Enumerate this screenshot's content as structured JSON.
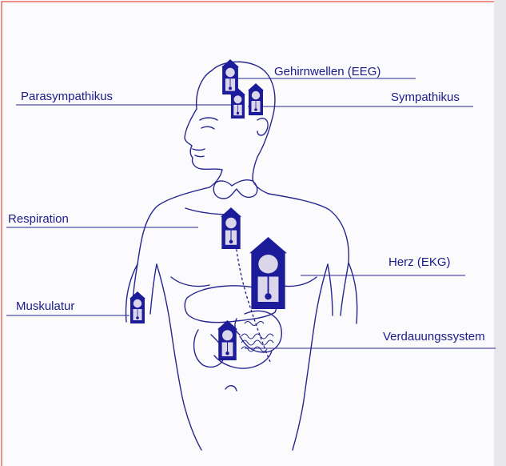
{
  "labels": {
    "eeg": "Gehirnwellen  (EEG)",
    "parasympathikus": "Parasympathikus",
    "sympathikus": "Sympathikus",
    "respiration": "Respiration",
    "herz": "Herz (EKG)",
    "muskulatur": "Muskulatur",
    "verdauung": "Verdauungssystem"
  },
  "colors": {
    "line": "#26268f",
    "clock": "#1c1c9a",
    "clock_face": "#dcd6ea",
    "frame_border": "#e24a3a",
    "background": "#fbfbfd",
    "right_strip": "#e7e7ec"
  }
}
